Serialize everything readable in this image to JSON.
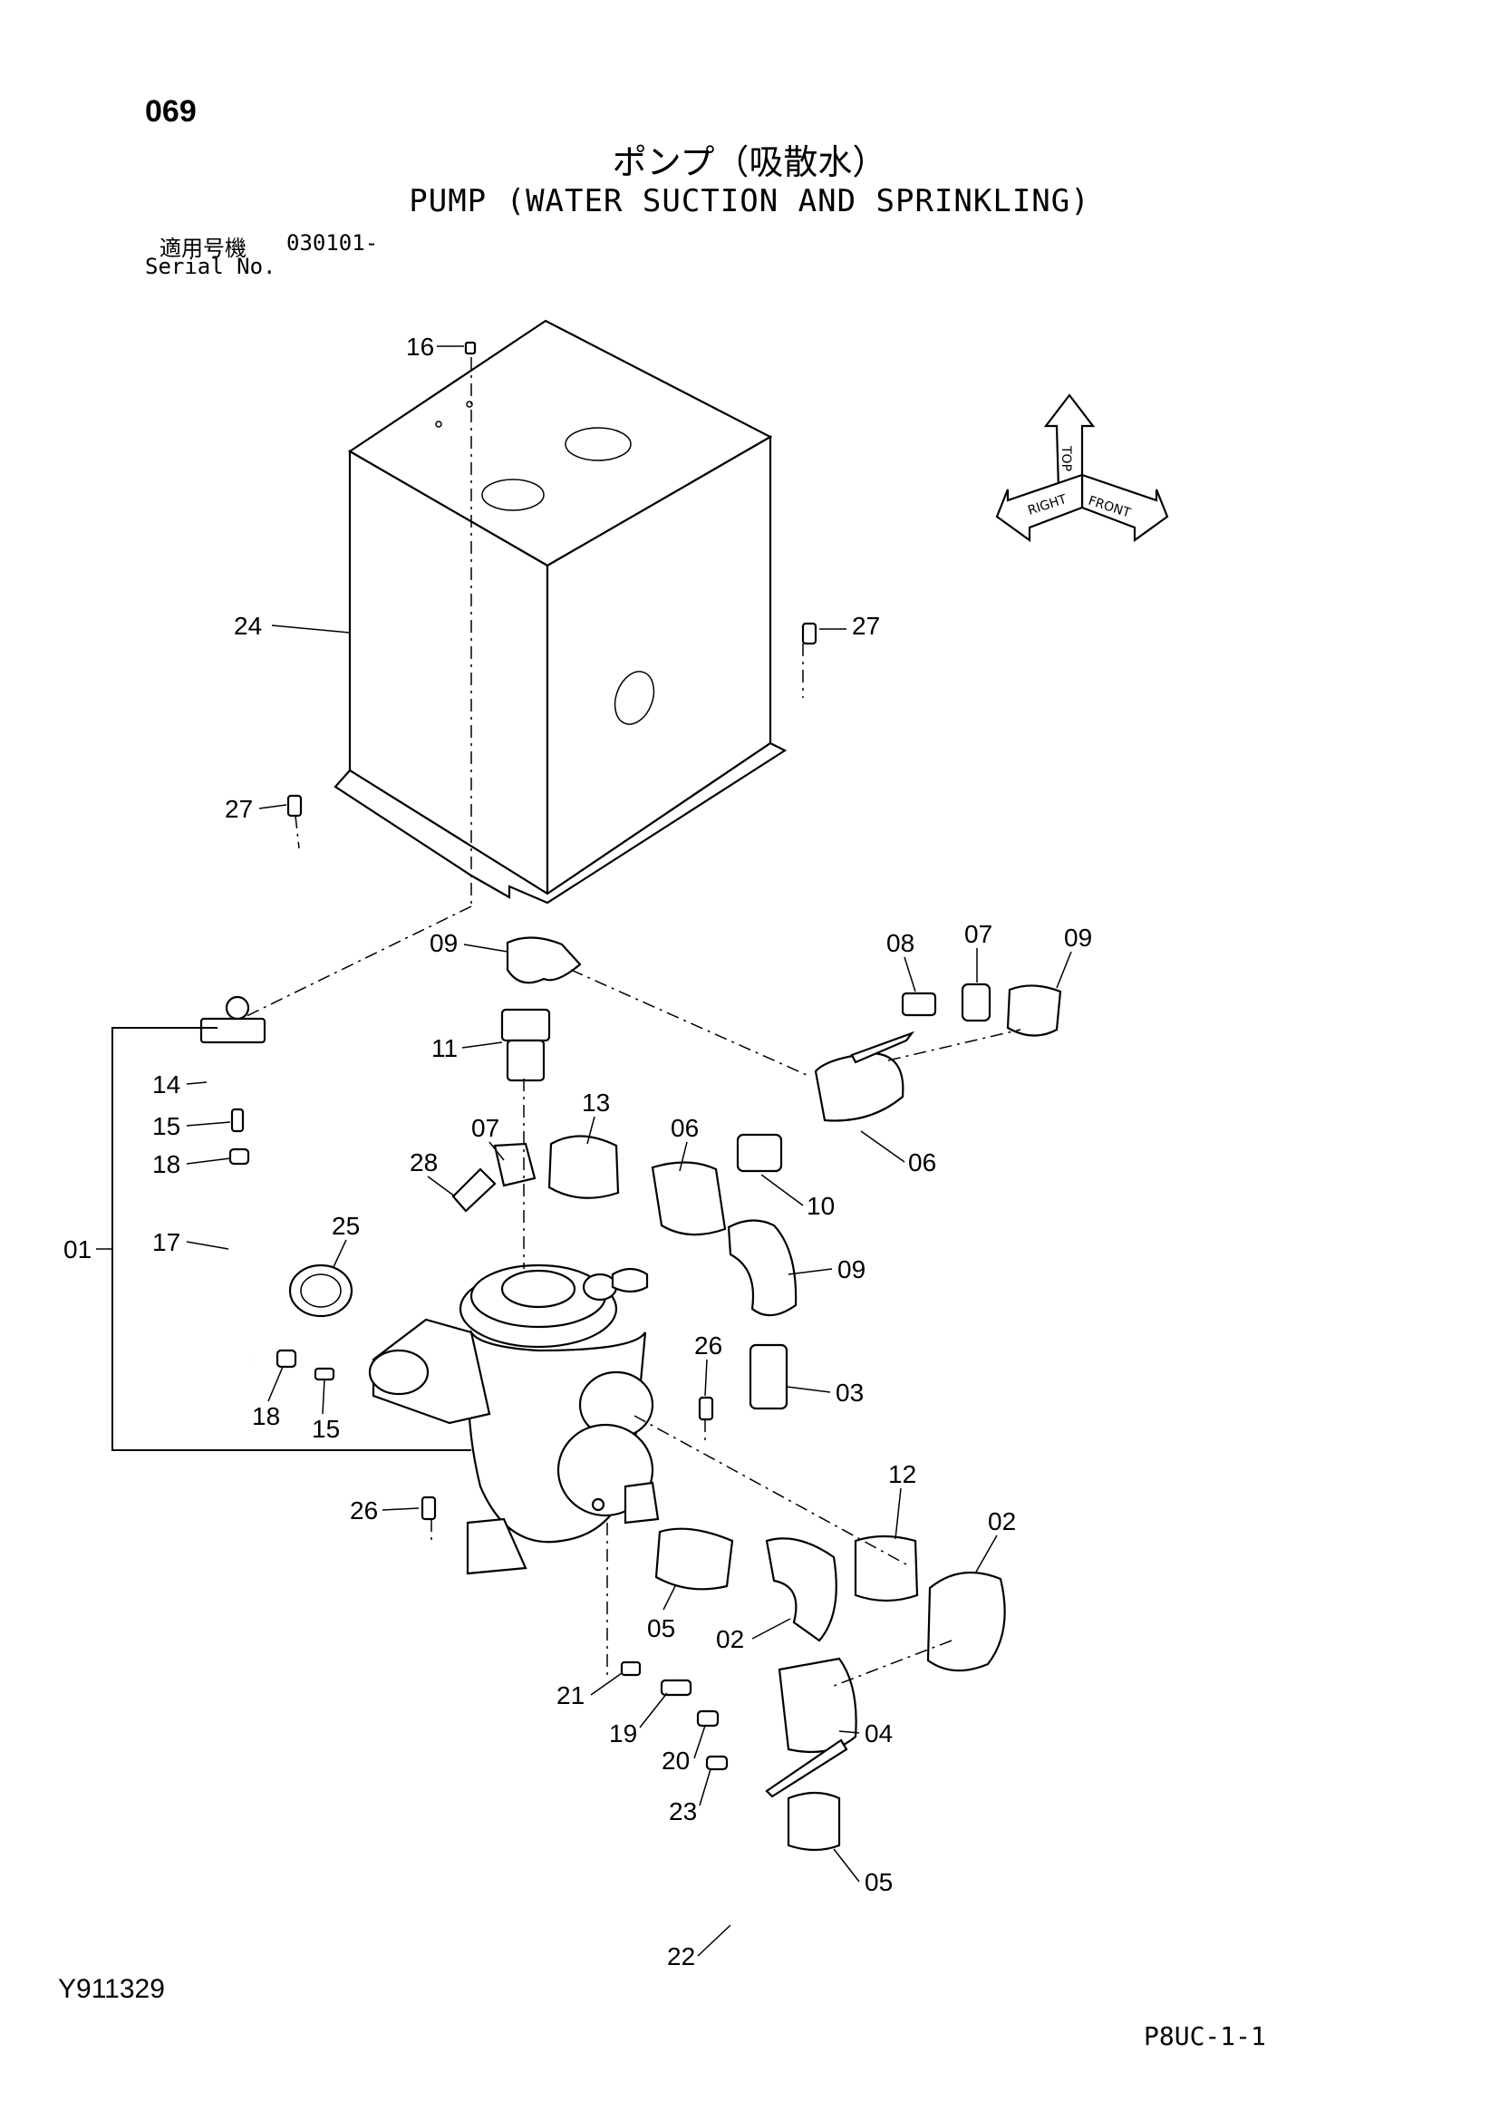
{
  "header": {
    "page_number": "069",
    "title_jp": "ポンプ（吸散水）",
    "title_en": "PUMP (WATER SUCTION AND SPRINKLING)",
    "serial_label_jp": "適用号機",
    "serial_range": "030101-",
    "serial_label_en": "Serial No."
  },
  "orientation": {
    "top": "TOP",
    "right": "RIGHT",
    "front": "FRONT"
  },
  "callouts": [
    "16",
    "24",
    "27",
    "27",
    "09",
    "08",
    "07",
    "09",
    "11",
    "14",
    "15",
    "18",
    "13",
    "07",
    "06",
    "28",
    "06",
    "10",
    "17",
    "25",
    "09",
    "01",
    "26",
    "03",
    "18",
    "15",
    "12",
    "02",
    "26",
    "05",
    "02",
    "21",
    "19",
    "04",
    "20",
    "23",
    "05",
    "22"
  ],
  "footer": {
    "doc_code": "Y911329",
    "sheet_code": "P8UC-1-1"
  }
}
